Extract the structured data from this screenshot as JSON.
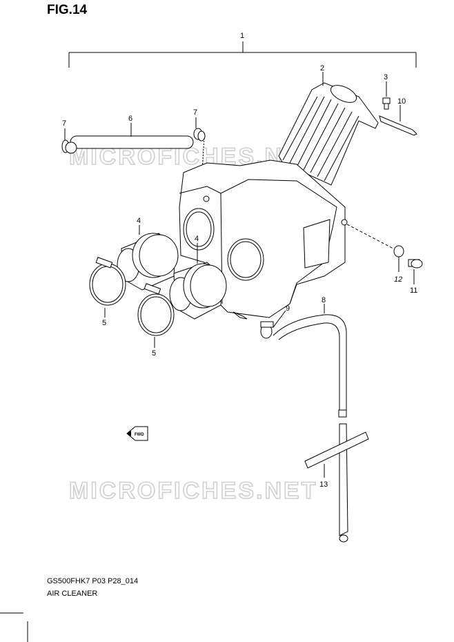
{
  "figure": {
    "title": "FIG.14"
  },
  "watermark": {
    "text": "MICROFICHES.NET"
  },
  "callouts": [
    {
      "id": "1",
      "text": "1"
    },
    {
      "id": "2",
      "text": "2"
    },
    {
      "id": "3",
      "text": "3"
    },
    {
      "id": "10",
      "text": "10"
    },
    {
      "id": "7a",
      "text": "7"
    },
    {
      "id": "6",
      "text": "6"
    },
    {
      "id": "7b",
      "text": "7"
    },
    {
      "id": "4a",
      "text": "4"
    },
    {
      "id": "4b",
      "text": "4"
    },
    {
      "id": "5a",
      "text": "5"
    },
    {
      "id": "5b",
      "text": "5"
    },
    {
      "id": "9",
      "text": "9"
    },
    {
      "id": "8",
      "text": "8"
    },
    {
      "id": "12",
      "text": "12"
    },
    {
      "id": "11",
      "text": "11"
    },
    {
      "id": "13",
      "text": "13"
    }
  ],
  "fwd_badge": {
    "text": "FWD"
  },
  "footer": {
    "model_code": "GS500FHK7 P03 P28_014",
    "section_name": "AIR CLEANER"
  },
  "colors": {
    "ink": "#000000",
    "watermark": "#cfcfcf",
    "paper": "#ffffff"
  }
}
